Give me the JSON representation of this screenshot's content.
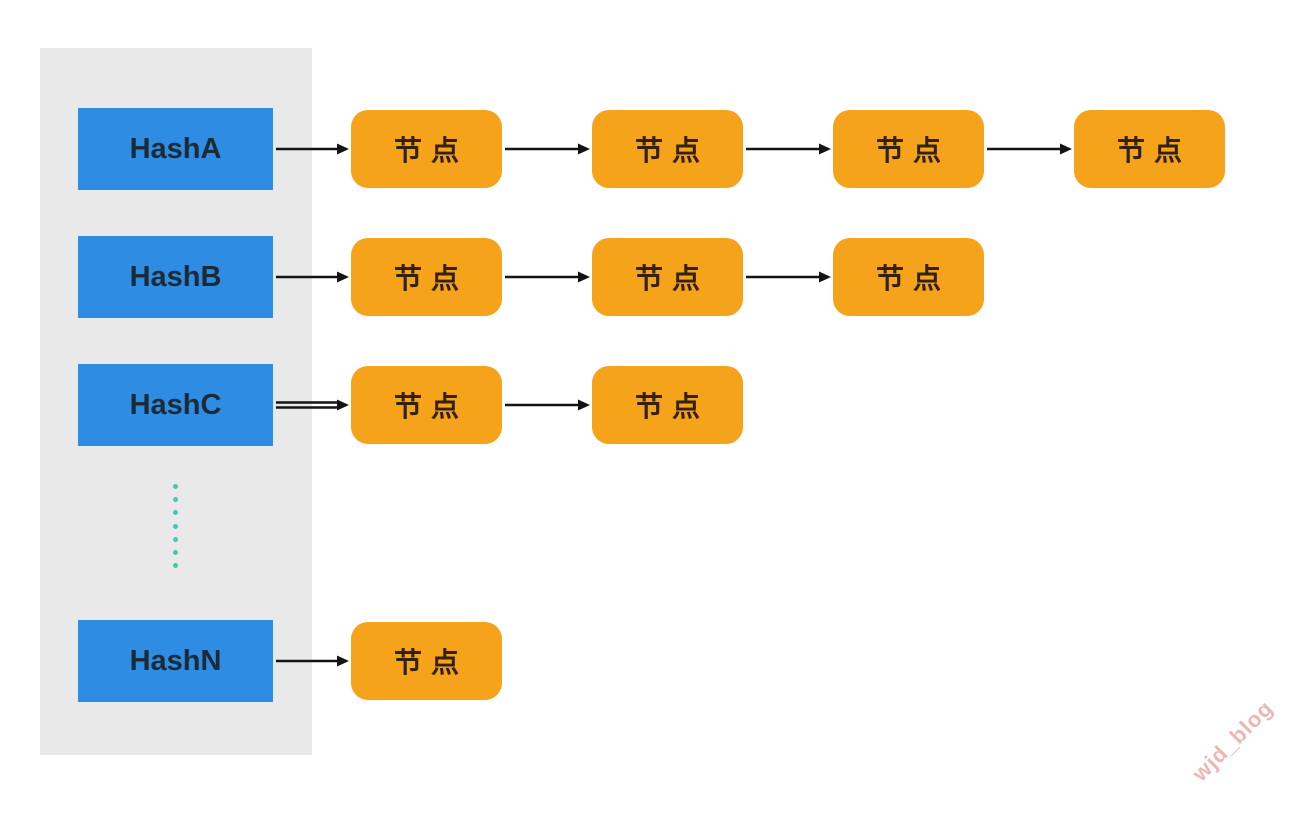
{
  "diagram": {
    "title": "hash-buckets-with-linked-list-nodes",
    "node_label": "节点",
    "rows": [
      {
        "label": "HashA",
        "nodes": [
          "节点",
          "节点",
          "节点",
          "节点"
        ],
        "arrow_style": "single"
      },
      {
        "label": "HashB",
        "nodes": [
          "节点",
          "节点",
          "节点"
        ],
        "arrow_style": "single"
      },
      {
        "label": "HashC",
        "nodes": [
          "节点",
          "节点"
        ],
        "arrow_style": "double"
      },
      {
        "label": "HashN",
        "nodes": [
          "节点"
        ],
        "arrow_style": "single"
      }
    ],
    "ellipsis_dots": 7,
    "colors": {
      "bucket_blue": "#2E8CE2",
      "node_orange": "#F5A31B",
      "panel_gray": "#E9E9E9",
      "arrow_black": "#141414",
      "dot_teal": "#45C8B1",
      "bucket_text": "#1B2A38",
      "node_text": "#33210A",
      "watermark_pink": "#E07C7C"
    }
  },
  "watermark": {
    "text": "wjd_blog"
  }
}
